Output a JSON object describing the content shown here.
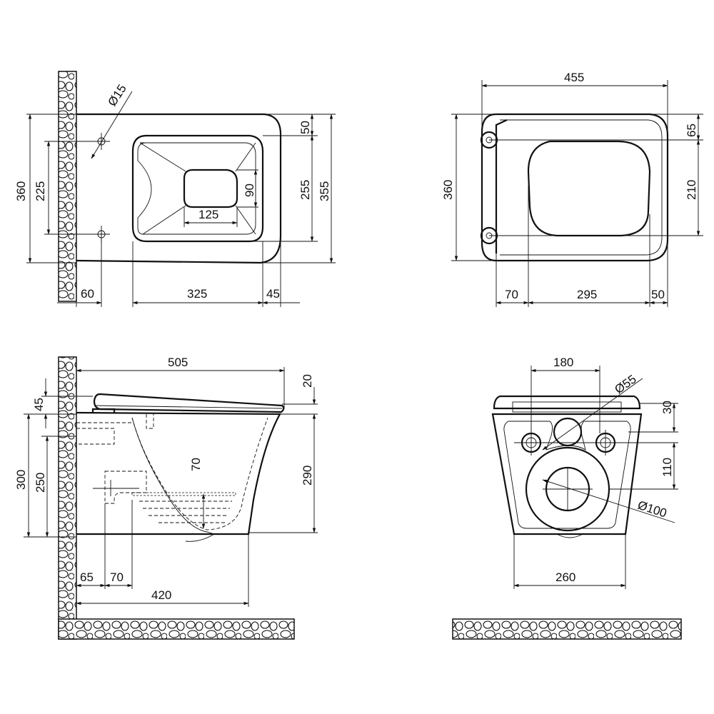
{
  "top_view": {
    "d_hole": "Ø15",
    "top_offset": "50",
    "inner_width": "255",
    "outer_width": "355",
    "total_width": "360",
    "bolt_spacing": "225",
    "wall_gap": "60",
    "bowl_length": "325",
    "front_gap": "45",
    "outlet_width": "125",
    "outlet_depth": "90"
  },
  "seat_view": {
    "total_length": "455",
    "hinge_offset": "65",
    "seat_width": "210",
    "total_width": "360",
    "hinge_dist": "70",
    "seat_length": "295",
    "front_dist": "50"
  },
  "side_view": {
    "total_length": "505",
    "seat_thickness": "20",
    "seat_height": "45",
    "bolt_height": "300",
    "outlet_height": "250",
    "bowl_height": "290",
    "water_depth": "70",
    "wall_offset": "65",
    "outlet_offset": "70",
    "drain_length": "420"
  },
  "back_view": {
    "inlet_spacing": "180",
    "d_inlet": "Ø55",
    "top_offset": "30",
    "inlet_to_outlet": "110",
    "d_outlet": "Ø100",
    "bottom_width": "260"
  }
}
